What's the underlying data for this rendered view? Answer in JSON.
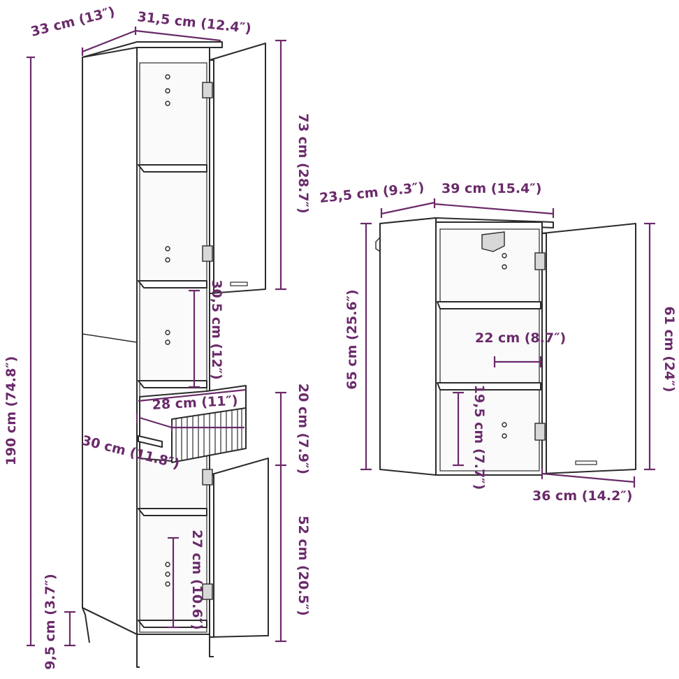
{
  "tall_cabinet": {
    "depth": "33 cm (13″)",
    "width": "31,5 cm (12.4″)",
    "height": "190 cm (74.8″)",
    "upper_door_height": "73 cm (28.7″)",
    "open_shelf_height": "30,5 cm (12″)",
    "drawer_height": "20 cm (7.9″)",
    "drawer_width": "28 cm (11″)",
    "drawer_depth": "30 cm (11.8″)",
    "lower_door_height": "52 cm (20.5″)",
    "lower_compartment_height": "27 cm (10.6″)",
    "leg_height": "9,5 cm (3.7″)"
  },
  "wall_cabinet": {
    "depth": "23,5 cm (9.3″)",
    "width": "39 cm (15.4″)",
    "height": "65 cm (25.6″)",
    "door_height": "61 cm (24″)",
    "shelf_depth": "22 cm (8.7″)",
    "compartment_height": "19,5 cm (7.7″)",
    "door_width": "36 cm (14.2″)"
  },
  "colors": {
    "dimension": "#6a2a6a",
    "line": "#2b2b2b"
  }
}
